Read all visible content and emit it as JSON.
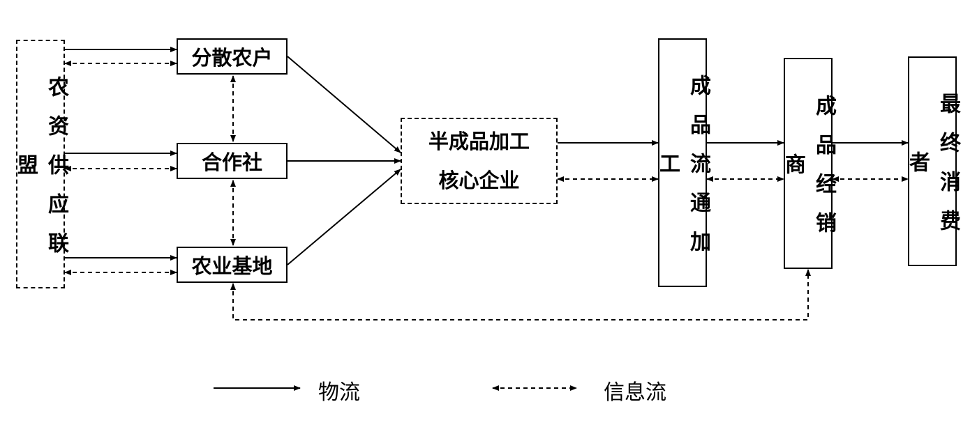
{
  "nodes": {
    "supply_alliance": "农资供应联盟",
    "scattered_farmers": "分散农户",
    "cooperative": "合作社",
    "agri_base": "农业基地",
    "core_enterprise_line1": "半成品加工",
    "core_enterprise_line2": "核心企业",
    "finished_processing": "成品流通加工",
    "finished_dealer": "成品经销商",
    "final_consumer": "最终消费者"
  },
  "legend": {
    "material_flow": "物流",
    "information_flow": "信息流"
  },
  "colors": {
    "line": "#000000",
    "background": "#ffffff"
  }
}
